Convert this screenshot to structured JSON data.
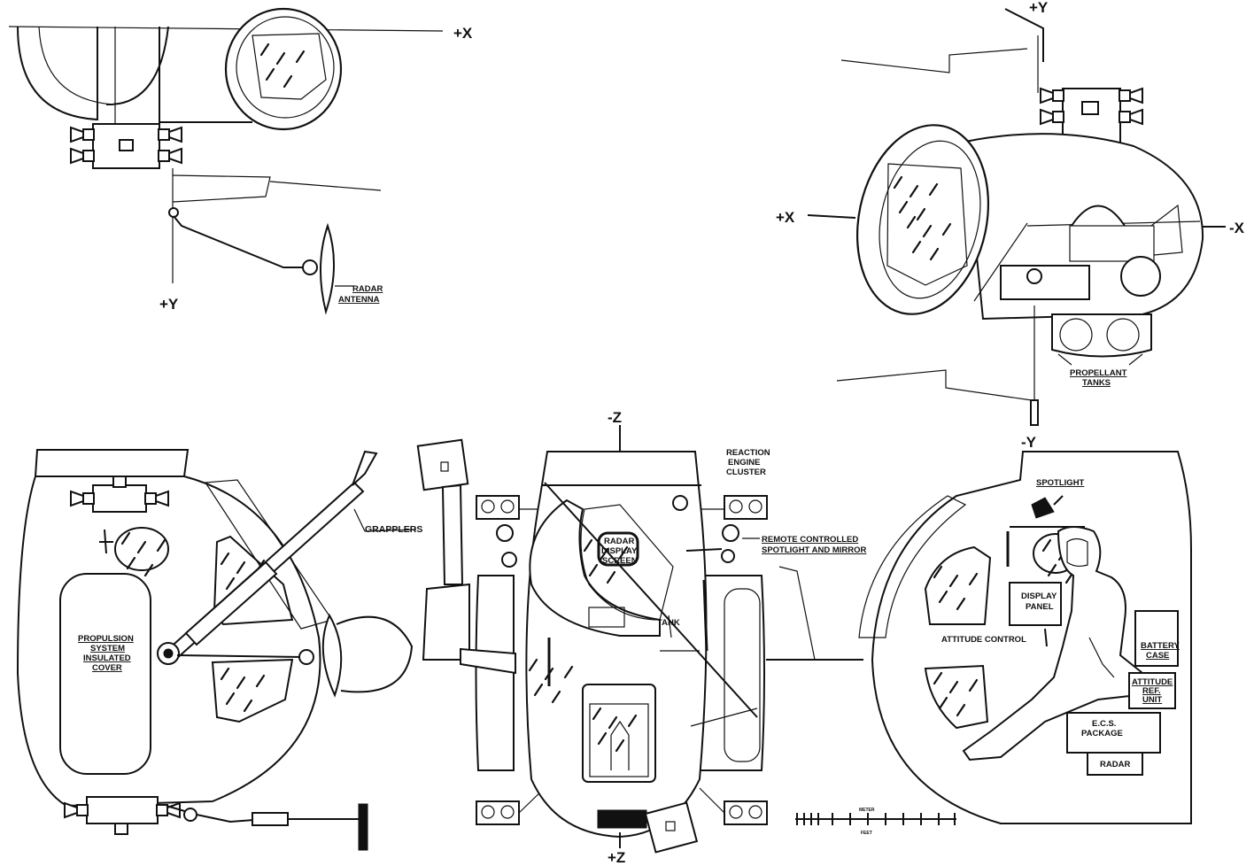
{
  "labels": {
    "top_left": {
      "plus_x": "+X",
      "plus_y": "+Y",
      "radar_antenna_1": "RADAR",
      "radar_antenna_2": "ANTENNA"
    },
    "top_right": {
      "plus_y": "+Y",
      "minus_y": "-Y",
      "plus_x": "+X",
      "minus_x": "-X",
      "propellant_1": "PROPELLANT",
      "propellant_2": "TANKS"
    },
    "bottom_left": {
      "grapplers": "GRAPPLERS",
      "propulsion_1": "PROPULSION",
      "propulsion_2": "SYSTEM",
      "propulsion_3": "INSULATED",
      "propulsion_4": "COVER"
    },
    "bottom_center": {
      "minus_z": "-Z",
      "plus_z": "+Z",
      "reaction_1": "REACTION",
      "reaction_2": "ENGINE",
      "reaction_3": "CLUSTER",
      "radar_display_1": "RADAR",
      "radar_display_2": "DISPLAY",
      "radar_display_3": "SCREEN",
      "remote_1": "REMOTE CONTROLLED",
      "remote_2": "SPOTLIGHT AND MIRROR",
      "tank": "TANK"
    },
    "bottom_right": {
      "spotlight": "SPOTLIGHT",
      "display_1": "DISPLAY",
      "display_2": "PANEL",
      "attitude_control": "ATTITUDE CONTROL",
      "battery_1": "BATTERY",
      "battery_2": "CASE",
      "attitude_ref_1": "ATTITUDE",
      "attitude_ref_2": "REF.",
      "attitude_ref_3": "UNIT",
      "ecs_1": "E.C.S.",
      "ecs_2": "PACKAGE",
      "radar": "RADAR"
    },
    "scale": {
      "meter": "METER",
      "feet": "FEET"
    }
  },
  "colors": {
    "ink": "#111111",
    "paper": "#ffffff"
  }
}
